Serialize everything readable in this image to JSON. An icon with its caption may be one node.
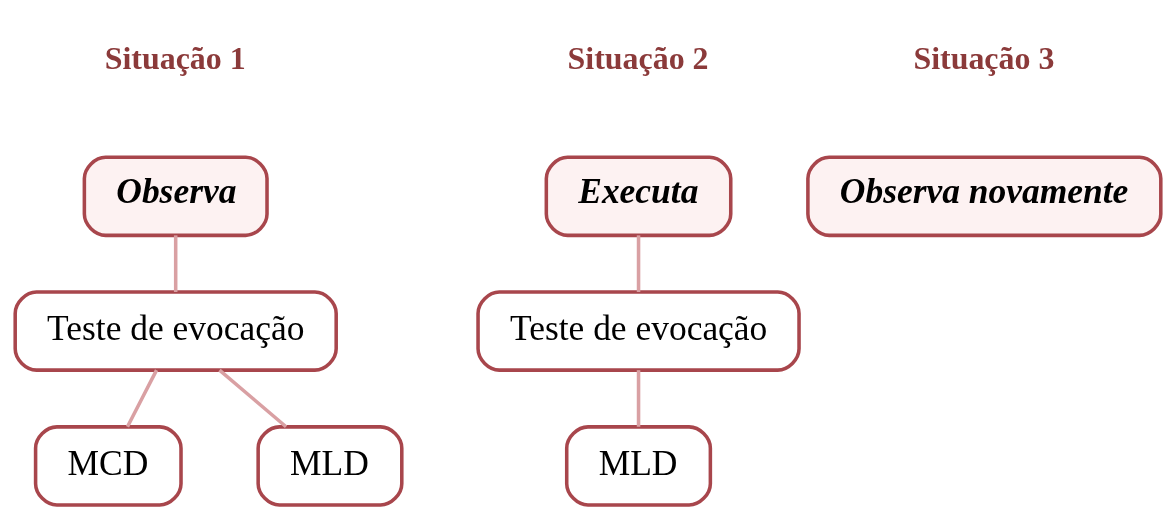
{
  "diagram": {
    "nodes": [
      {
        "text": [
          "Observa"
        ]
      },
      {
        "text": [
          "Teste de evocação"
        ]
      },
      {
        "text": [
          "MCD"
        ]
      },
      {
        "text": [
          "MLD"
        ]
      },
      {
        "text": [
          "Executa"
        ]
      },
      {
        "text": [
          "Teste de evocação"
        ]
      },
      {
        "text": [
          "MLD"
        ]
      },
      {
        "text": [
          "Observa novamente"
        ]
      }
    ],
    "edges": [
      {
        "from": 0,
        "to": 1,
        "arrow": "none"
      },
      {
        "from": 1,
        "to": 2,
        "arrow": "none"
      },
      {
        "from": 1,
        "to": 3,
        "arrow": "none"
      },
      {
        "from": 4,
        "to": 5,
        "arrow": "none"
      },
      {
        "from": 5,
        "to": 6,
        "arrow": "none"
      }
    ],
    "labels": [
      "Situação 1",
      "Situação 2",
      "Situação 3"
    ]
  }
}
